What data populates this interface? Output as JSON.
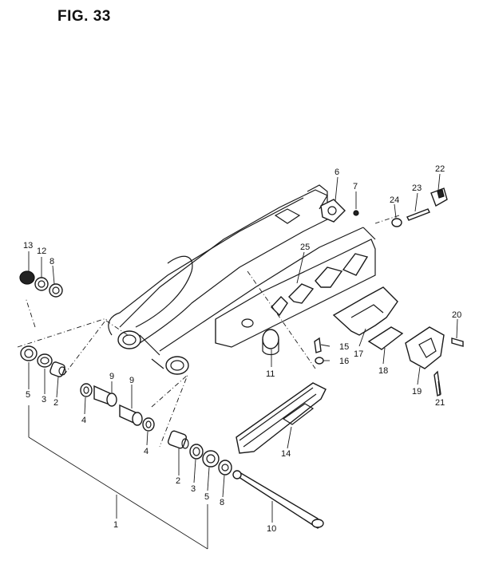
{
  "figure": {
    "title": "FIG. 33"
  },
  "callouts": [
    {
      "id": "c13",
      "label": "13"
    },
    {
      "id": "c12",
      "label": "12"
    },
    {
      "id": "c8a",
      "label": "8"
    },
    {
      "id": "c6",
      "label": "6"
    },
    {
      "id": "c7",
      "label": "7"
    },
    {
      "id": "c22",
      "label": "22"
    },
    {
      "id": "c23",
      "label": "23"
    },
    {
      "id": "c24",
      "label": "24"
    },
    {
      "id": "c25",
      "label": "25"
    },
    {
      "id": "c20",
      "label": "20"
    },
    {
      "id": "c15",
      "label": "15"
    },
    {
      "id": "c16",
      "label": "16"
    },
    {
      "id": "c17",
      "label": "17"
    },
    {
      "id": "c18",
      "label": "18"
    },
    {
      "id": "c19",
      "label": "19"
    },
    {
      "id": "c21",
      "label": "21"
    },
    {
      "id": "c11",
      "label": "11"
    },
    {
      "id": "c9a",
      "label": "9"
    },
    {
      "id": "c9b",
      "label": "9"
    },
    {
      "id": "c5a",
      "label": "5"
    },
    {
      "id": "c3a",
      "label": "3"
    },
    {
      "id": "c2a",
      "label": "2"
    },
    {
      "id": "c4a",
      "label": "4"
    },
    {
      "id": "c4b",
      "label": "4"
    },
    {
      "id": "c14",
      "label": "14"
    },
    {
      "id": "c2b",
      "label": "2"
    },
    {
      "id": "c3b",
      "label": "3"
    },
    {
      "id": "c5b",
      "label": "5"
    },
    {
      "id": "c8b",
      "label": "8"
    },
    {
      "id": "c1",
      "label": "1"
    },
    {
      "id": "c10",
      "label": "10"
    }
  ]
}
